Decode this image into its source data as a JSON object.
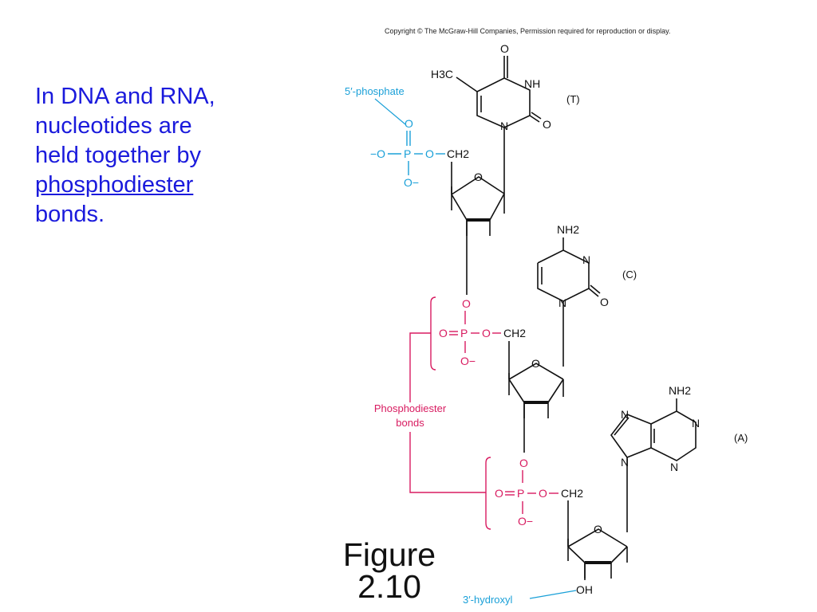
{
  "intro": {
    "line1": "In DNA and RNA,",
    "line2": "nucleotides are",
    "line3": "held together by",
    "line4": "phosphodiester",
    "line5": "bonds."
  },
  "copyright": "Copyright © The McGraw-Hill Companies, Permission required for reproduction or display.",
  "figure": {
    "line1": "Figure",
    "line2": "2.10"
  },
  "labels": {
    "five_phosphate": "5′-phosphate",
    "three_hydroxyl": "3′-hydroxyl",
    "bonds_line1": "Phosphodiester",
    "bonds_line2": "bonds"
  },
  "bases": {
    "thymine": "(T)",
    "cytosine": "(C)",
    "adenine": "(A)"
  },
  "atoms": {
    "O": "O",
    "N": "N",
    "NH": "NH",
    "NH2": "NH2",
    "H3C": "H3C",
    "P": "P",
    "CH2": "CH2",
    "O_minus": "O−",
    "minus_O": "−O",
    "OH": "OH"
  },
  "colors": {
    "intro_text": "#1a1adc",
    "phosphate_5": "#1aa0d8",
    "phosphodiester": "#d81b60"
  }
}
